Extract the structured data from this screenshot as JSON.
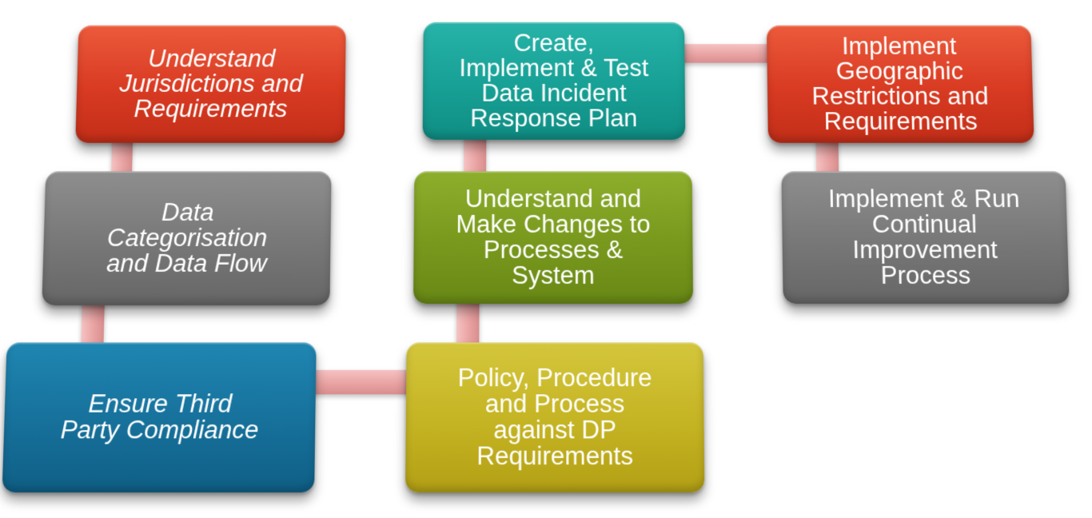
{
  "steps": [
    {
      "id": "understand",
      "lines": [
        "Understand",
        "Jurisdictions and",
        "Requirements"
      ],
      "color": "#d83a22"
    },
    {
      "id": "categorisation",
      "lines": [
        "Data",
        "Categorisation",
        "and Data Flow"
      ],
      "color": "#777777"
    },
    {
      "id": "third-party",
      "lines": [
        "Ensure Third",
        "Party Compliance"
      ],
      "color": "#16709a"
    },
    {
      "id": "policy",
      "lines": [
        "Policy, Procedure",
        "and Process",
        "against DP",
        "Requirements"
      ],
      "color": "#c4b322"
    },
    {
      "id": "processes",
      "lines": [
        "Understand and",
        "Make Changes to",
        "Processes &",
        "System"
      ],
      "color": "#78981d"
    },
    {
      "id": "incident",
      "lines": [
        "Create,",
        "Implement & Test",
        "Data Incident",
        "Response Plan"
      ],
      "color": "#17a095"
    },
    {
      "id": "geographic",
      "lines": [
        "Implement",
        "Geographic",
        "Restrictions and",
        "Requirements"
      ],
      "color": "#d83a22"
    },
    {
      "id": "improvement",
      "lines": [
        "Implement & Run",
        "Continual",
        "Improvement",
        "Process"
      ],
      "color": "#777777"
    }
  ],
  "connector_color": "#e9a3a3"
}
